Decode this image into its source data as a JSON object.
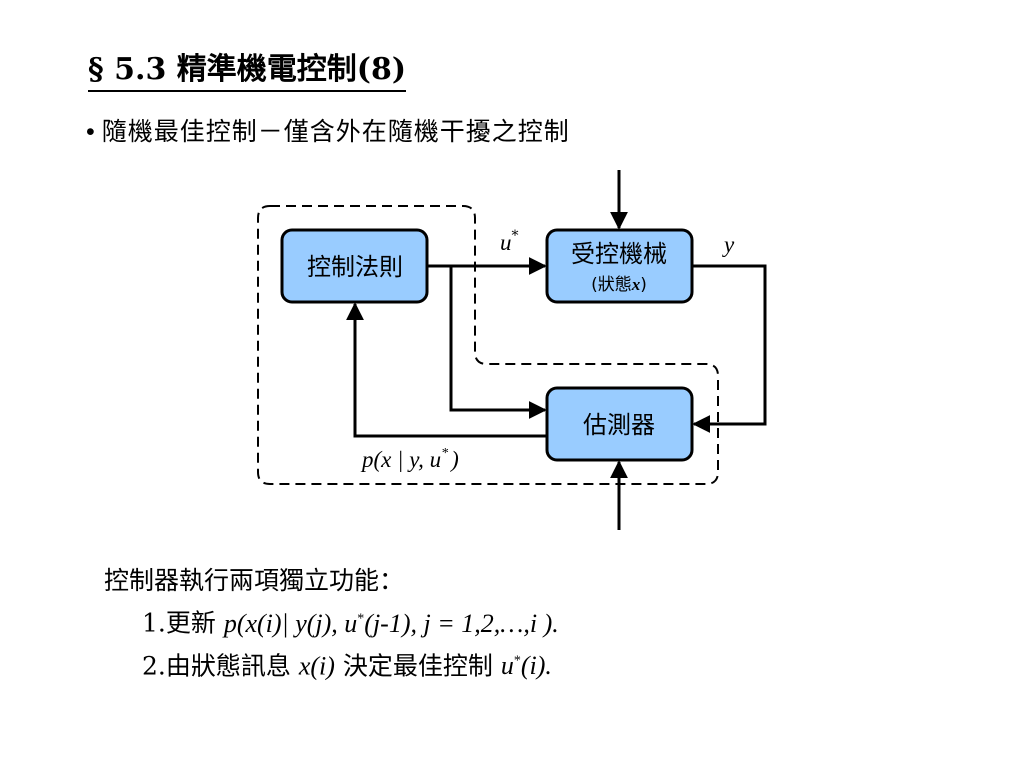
{
  "slide": {
    "title": "§ 5.3 精準機電控制(8)",
    "bullet": "隨機最佳控制－僅含外在隨機干擾之控制"
  },
  "diagram": {
    "boxes": {
      "control_law": "控制法則",
      "plant": "受控機械",
      "plant_sub_prefix": "(狀態",
      "plant_sub_var": "x",
      "plant_sub_suffix": ")",
      "estimator": "估測器"
    },
    "labels": {
      "u_star": "u",
      "star": "*",
      "y": "y",
      "posterior_p": "p",
      "posterior_args": "(x | y, u",
      "posterior_close": ")"
    },
    "colors": {
      "box_fill": "#99CCFF",
      "stroke": "#000000"
    }
  },
  "functions": {
    "heading": "控制器執行兩項獨立功能：",
    "items": [
      {
        "num": "1.",
        "verb": "更新 ",
        "math_a": "p(x(i)| y(j), u",
        "math_sup": "*",
        "math_b": "(j-1), j = 1,2,…,i )."
      },
      {
        "num": "2.",
        "verb": "由狀態訊息 ",
        "math_a": "x(i)",
        "verb2": " 決定最佳控制 ",
        "math_b": "u",
        "math_sup": "*",
        "math_c": "(i)."
      }
    ]
  }
}
